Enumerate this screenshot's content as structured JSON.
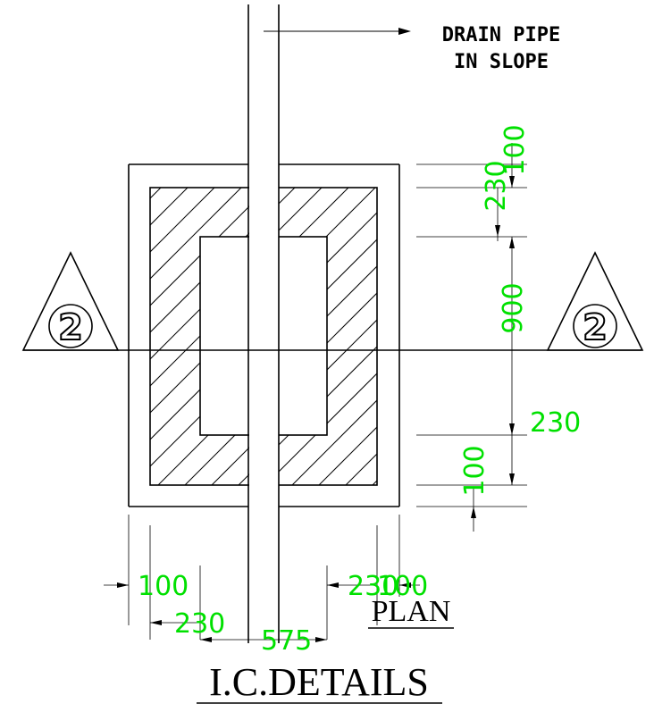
{
  "title": "I.C.DETAILS",
  "view_label": "PLAN",
  "note": {
    "line1": "DRAIN PIPE",
    "line2": "IN SLOPE"
  },
  "section_markers": {
    "left": "2",
    "right": "2"
  },
  "dimensions": {
    "v_top_offset": "100",
    "v_top_wall": "230",
    "v_inner": "900",
    "v_bottom_wall": "230",
    "v_bottom_offset": "100",
    "h_left_offset": "100",
    "h_left_wall": "230",
    "h_right_wall": "230",
    "h_right_offset": "100",
    "h_inner": "575"
  },
  "colors": {
    "dimension_text": "#00e000",
    "linework": "#000000"
  }
}
